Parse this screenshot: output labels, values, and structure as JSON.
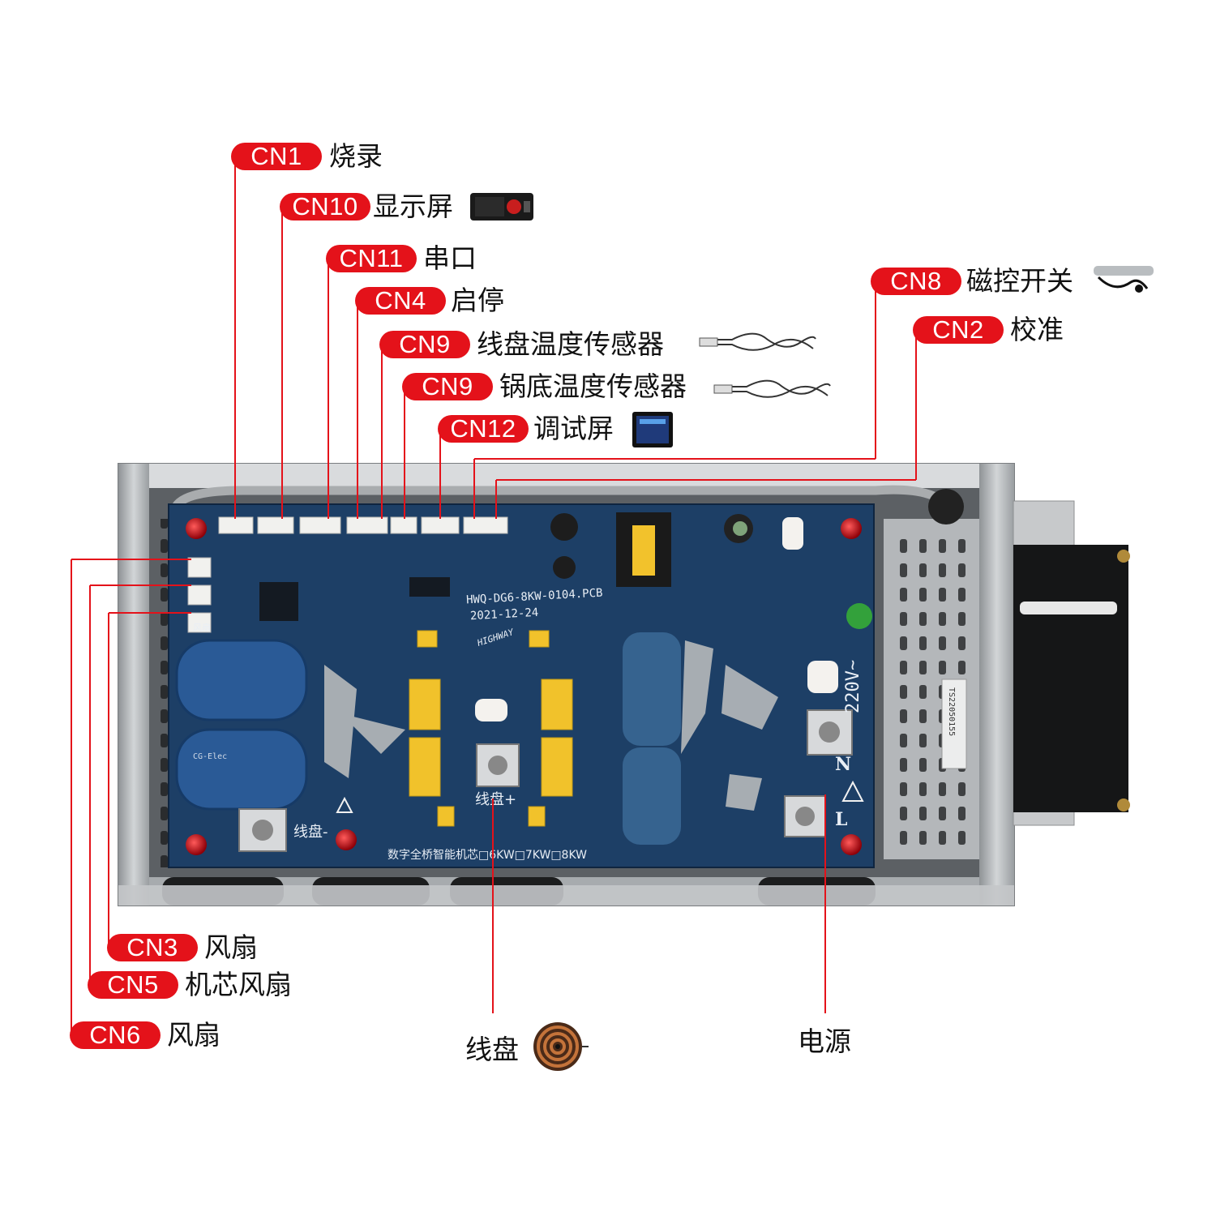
{
  "callouts": [
    {
      "code": "CN1",
      "label": "烧录"
    },
    {
      "code": "CN10",
      "label": "显示屏"
    },
    {
      "code": "CN11",
      "label": "串口"
    },
    {
      "code": "CN4",
      "label": "启停"
    },
    {
      "code": "CN9",
      "label": "线盘温度传感器"
    },
    {
      "code": "CN9",
      "label": "锅底温度传感器"
    },
    {
      "code": "CN12",
      "label": "调试屏"
    },
    {
      "code": "CN8",
      "label": "磁控开关"
    },
    {
      "code": "CN2",
      "label": "校准"
    },
    {
      "code": "CN3",
      "label": "风扇"
    },
    {
      "code": "CN5",
      "label": "机芯风扇"
    },
    {
      "code": "CN6",
      "label": "风扇"
    }
  ],
  "bottom_labels": {
    "coil": "线盘",
    "power": "电源"
  },
  "board": {
    "model": "HWQ-DG6-8KW-0104.PCB",
    "date": "2021-12-24",
    "brand": "HIGHWAY",
    "voltage": "220V~",
    "n_label": "N",
    "l_label": "L",
    "coil_plus": "线盘+",
    "coil_minus": "线盘-",
    "fan_label": "风扇",
    "options_line": "数字全桥智能机芯□6KW□7KW□8KW",
    "cap_brand": "CG-Elec",
    "sticker": "TS22050155"
  },
  "colors": {
    "accent": "#e4121a",
    "pcb": "#1d3f66",
    "steel": "#bcbfc2"
  }
}
